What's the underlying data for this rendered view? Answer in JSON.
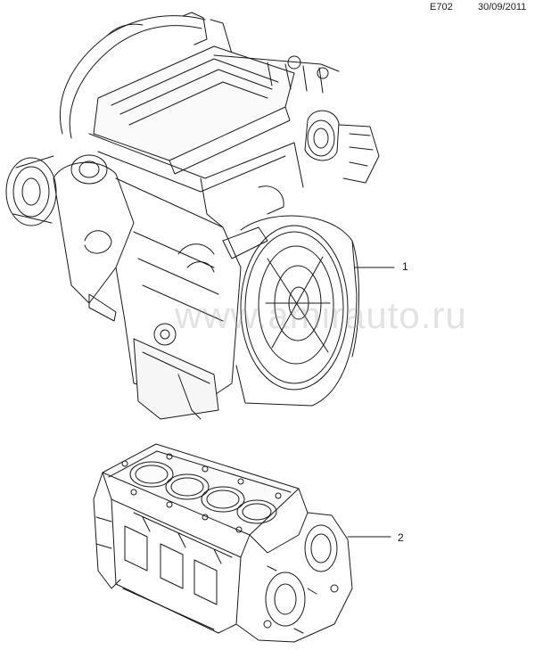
{
  "header": {
    "diagram_code": "E702",
    "date": "30/09/2011"
  },
  "callouts": [
    {
      "number": "1",
      "part": "engine-assembly"
    },
    {
      "number": "2",
      "part": "engine-block"
    }
  ],
  "watermark": "www.amirauto.ru",
  "colors": {
    "line": "#1a1a1a",
    "background": "#ffffff",
    "watermark": "#969696"
  }
}
